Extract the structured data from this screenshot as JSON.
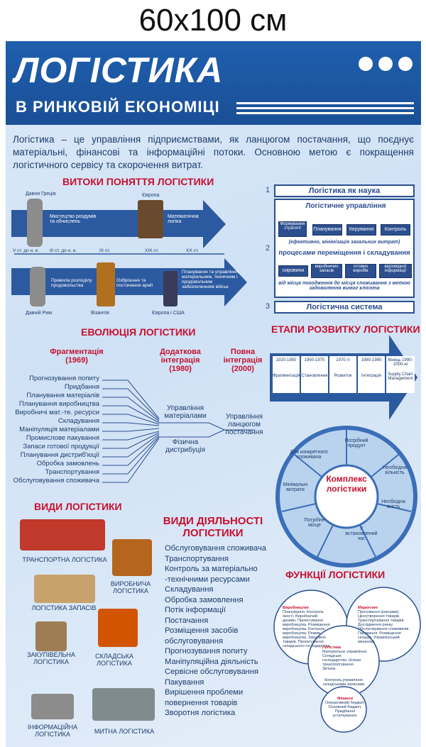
{
  "size_label": "60x100 см",
  "header": {
    "title": "ЛОГІСТИКА",
    "subtitle": "В РИНКОВІЙ ЕКОНОМІЦІ"
  },
  "intro": "Логістика – це управління підприємствами, як ланцюгом постачання, що поєднує матеріальні, фінансові та інформаційні потоки. Основною метою є покращення логістичного сервісу та скорочення витрат.",
  "origins": {
    "title": "ВИТОКИ ПОНЯТТЯ ЛОГІСТИКИ",
    "top_captions": [
      "Давня Греція",
      "Європа"
    ],
    "top_texts": [
      "Мистецтво роздумів та обчислень",
      "Математична логіка"
    ],
    "eras": [
      "V ст. до н. е.",
      "III ст. до н. е.",
      "IX ст.",
      "XIX ст.",
      "XX ст."
    ],
    "bottom_texts": [
      "Правила розподілу продовольства",
      "Озброєння та постачання армії",
      "Планування та управління матеріальним, технічним і продовольчим забезпеченням військ"
    ],
    "bottom_captions": [
      "Давній Рим",
      "Візантія",
      "Європа і США"
    ]
  },
  "science": {
    "n1": "1",
    "n2": "2",
    "n3": "3",
    "box1": "Логістика як наука",
    "box2": "Логістичне управління",
    "funcs": [
      "Формування стратегії",
      "Планування",
      "Керування",
      "Контроль"
    ],
    "eff": "(ефективно, мінімізація загальних витрат)",
    "proc": "процесами переміщення і складування",
    "items": [
      "сировини",
      "виробничих запасів",
      "готових виробів",
      "відповідної інформації"
    ],
    "dest": "від місця походження до місця споживання з метою задоволення вимог клієнта",
    "box3": "Логістична система"
  },
  "evolution": {
    "title": "ЕВОЛЮЦІЯ ЛОГІСТИКИ",
    "stages": [
      {
        "name": "Фрагментація",
        "year": "(1969)"
      },
      {
        "name": "Додаткова інтеграція",
        "year": "(1980)"
      },
      {
        "name": "Повна інтеграція",
        "year": "(2000)"
      }
    ],
    "items": [
      "Прогнозування попиту",
      "Придбання",
      "Планування матеріалів",
      "Планування виробництва",
      "Виробничі мат.-те. ресурси",
      "Складування",
      "Маніпуляція матеріалами",
      "Промислове пакування",
      "Запаси готової продукції",
      "Планування дистриб'юції",
      "Обробка замовлень",
      "Транспортування",
      "Обслуговування споживача"
    ],
    "mid1": "Управління матеріалами",
    "mid2": "Фізична дистрибуція",
    "final": "Управління ланцюгом постачання"
  },
  "stages_dev": {
    "title": "ЕТАПИ РОЗВИТКУ ЛОГІСТИКИ",
    "periods": [
      {
        "years": "1920-1950",
        "label": "Фрагментація"
      },
      {
        "years": "1950-1970",
        "label": "Становлення"
      },
      {
        "years": "1970-ті",
        "label": "Розвиток"
      },
      {
        "years": "1980-1990",
        "label": "Інтеграція"
      },
      {
        "years": "Кінець 1990-2000-ні",
        "label": "Supply Chain Management"
      }
    ]
  },
  "complex": {
    "center": "Комплекс логістики",
    "segments": [
      "Потрібний продукт",
      "Необхідна кількість",
      "Необхідна якість",
      "У встановлений час",
      "Потрібне місце",
      "Мінімальні витрати",
      "Для конкретного споживача"
    ]
  },
  "types": {
    "title": "ВИДИ ЛОГІСТИКИ",
    "items": [
      "ТРАНСПОРТНА ЛОГІСТИКА",
      "ВИРОБНИЧА ЛОГІСТИКА",
      "ЛОГІСТИКА ЗАПАСІВ",
      "ЗАКУПІВЕЛЬНА ЛОГІСТИКА",
      "СКЛАДСЬКА ЛОГІСТИКА",
      "ІНФОРМАЦІЙНА ЛОГІСТИКА",
      "МИТНА ЛОГІСТИКА"
    ]
  },
  "activities": {
    "title": "ВИДИ ДІЯЛЬНОСТІ ЛОГІСТИКИ",
    "items": [
      "Обслуговування споживача",
      "Транспортування",
      "Контроль за матеріально -технічними ресурсами",
      "Складування",
      "Обробка замовлення",
      "Потік інформації",
      "Постачання",
      "Розміщення засобів обслуговування",
      "Прогнозування попиту",
      "Маніпуляційна діяльність",
      "Сервісне обслуговування",
      "Пакування",
      "Вирішення проблеми повернення товарів",
      "Зворотня логістика"
    ]
  },
  "functions": {
    "title": "ФУНКЦІЇ ЛОГІСТИКИ",
    "c1_title": "Виробництво",
    "c1_text": "Планування. Контроль якості. Виробничий дизайн. Проектування виробництва. Розміщення виробництва. Контроль виробництва. Режим виробництва. Закупівля товарів. Проектування складського господарства.",
    "c2_title": "Маркетинг",
    "c2_text": "Просування (реклама). Ціноутворення товарів. Транспортування товарів. Дослідження ринку. Обслуговування споживачів. Пакування. Розміщення складів. Управлінський механізм.",
    "c3_title": "Логістика",
    "c3_text": "Матеріальне управління. Складське господарство. Шляхи транспортування. Зв'язок.",
    "c4_text": "Контроль,управління складськими запасами",
    "c5_title": "Фінанси",
    "c5_text": "Оперативний бюджет. Основний бюджет. Придбання устаткування."
  }
}
